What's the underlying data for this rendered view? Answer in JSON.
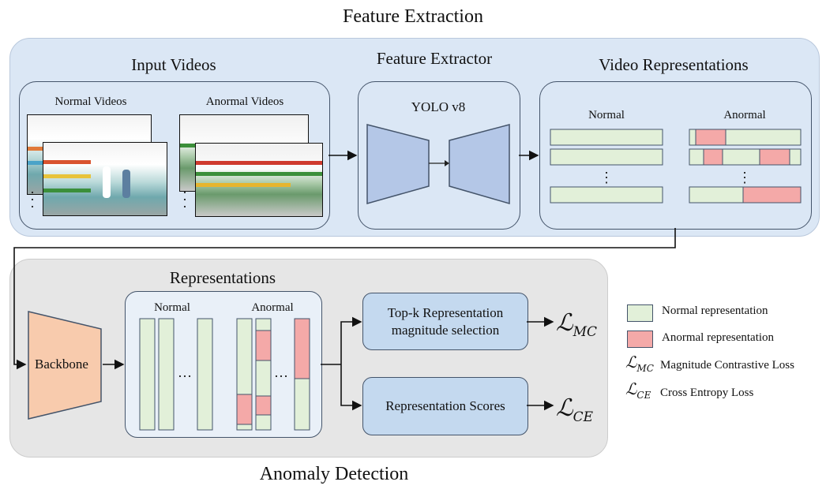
{
  "top_title": "Feature Extraction",
  "bottom_title": "Anomaly Detection",
  "input_videos": {
    "title": "Input Videos",
    "normal_label": "Normal Videos",
    "anormal_label": "Anormal Videos"
  },
  "feature_extractor": {
    "title": "Feature Extractor",
    "model": "YOLO v8"
  },
  "video_representations": {
    "title": "Video Representations",
    "normal": "Normal",
    "anormal": "Anormal"
  },
  "representations": {
    "title": "Representations",
    "normal": "Normal",
    "anormal": "Anormal",
    "ellipsis": "…"
  },
  "backbone": "Backbone",
  "topk": {
    "line1": "Top-k Representation",
    "line2": "magnitude selection"
  },
  "scores": "Representation Scores",
  "loss_mc": {
    "symbol": "ℒ",
    "sub": "MC"
  },
  "loss_ce": {
    "symbol": "ℒ",
    "sub": "CE"
  },
  "legend": {
    "normal": "Normal representation",
    "anormal": "Anormal representation",
    "mc": "Magnitude Contrastive Loss",
    "ce": "Cross Entropy Loss"
  },
  "colors": {
    "normal_fill": "#e2f0d9",
    "anormal_fill": "#f4a9a8",
    "backbone_fill": "#f8cbad",
    "yolo_fill": "#b4c7e7",
    "top_panel": "#dbe7f5",
    "bottom_panel": "#e6e6e6"
  }
}
